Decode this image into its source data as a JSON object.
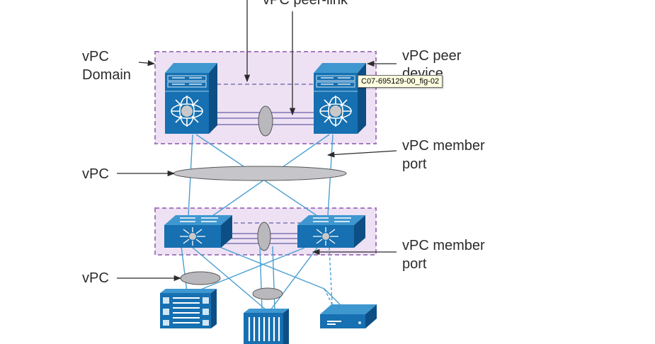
{
  "labels": {
    "peer_link": "vPC peer-link",
    "domain_line1": "vPC",
    "domain_line2": "Domain",
    "peer_device_line1": "vPC peer",
    "peer_device_line2": "device",
    "member_port1_line1": "vPC member",
    "member_port1_line2": "port",
    "vpc_upper": "vPC",
    "member_port2_line1": "vPC member",
    "member_port2_line2": "port",
    "vpc_lower": "vPC"
  },
  "tooltip": {
    "text": "C07-695129-00_fig-02"
  },
  "colors": {
    "device_blue": "#1670b1",
    "device_top": "#3f97d0",
    "device_side": "#0d4f85",
    "domain_fill": "#ede1f3",
    "domain_border": "#a77ac0",
    "link_blue": "#4a9fd2",
    "link_purple": "#6a5fa8",
    "ellipse_gray": "#b9b9bd"
  },
  "icons": [
    "nexus-switch-icon",
    "layer3-switch-icon",
    "blade-server-icon",
    "server-chassis-icon",
    "appliance-icon"
  ]
}
